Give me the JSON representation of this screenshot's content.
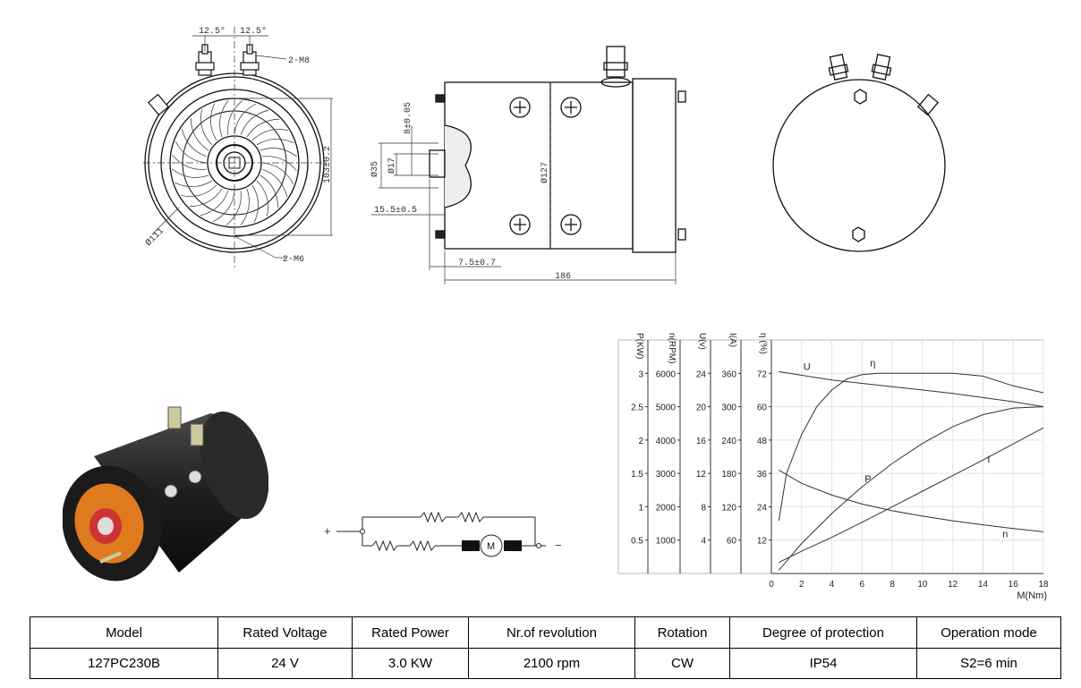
{
  "drawing": {
    "front_view": {
      "angle_left": "12.5°",
      "angle_right": "12.5°",
      "terminal_thread": "2-M8",
      "height_dim": "103±0.2",
      "diameter": "Ø111",
      "mount_thread": "2-M6"
    },
    "side_view": {
      "dim_8": "8±0.05",
      "dia_35": "Ø35",
      "dia_17": "Ø17",
      "dim_15_5": "15.5±0.5",
      "dia_127": "Ø127",
      "dim_7_5": "7.5±0.7",
      "length": "186"
    },
    "schematic": {
      "plus": "+",
      "minus": "−",
      "motor": "M"
    }
  },
  "chart_data": {
    "type": "line",
    "xlabel": "M(Nm)",
    "x_ticks": [
      "0",
      "2",
      "4",
      "6",
      "8",
      "10",
      "12",
      "14",
      "16",
      "18"
    ],
    "xlim": [
      0,
      18
    ],
    "axes": [
      {
        "label": "P(KW)",
        "ticks": [
          "3",
          "2.5",
          "2",
          "1.5",
          "1",
          "0.5"
        ],
        "range": [
          0,
          3.5
        ]
      },
      {
        "label": "n(RPM)",
        "ticks": [
          "6000",
          "5000",
          "4000",
          "3000",
          "2000",
          "1000"
        ],
        "range": [
          0,
          7000
        ]
      },
      {
        "label": "U(v)",
        "ticks": [
          "24",
          "20",
          "16",
          "12",
          "8",
          "4"
        ],
        "range": [
          0,
          28
        ]
      },
      {
        "label": "I(A)",
        "ticks": [
          "360",
          "300",
          "240",
          "180",
          "120",
          "60"
        ],
        "range": [
          0,
          420
        ]
      },
      {
        "label": "η (%)",
        "ticks": [
          "72",
          "60",
          "48",
          "36",
          "24",
          "12"
        ],
        "range": [
          0,
          84
        ]
      }
    ],
    "series": [
      {
        "name": "U",
        "axis": "U(v)",
        "x": [
          0.5,
          4,
          8,
          12,
          16,
          18
        ],
        "y": [
          24.2,
          23.2,
          22.4,
          21.6,
          20.6,
          20
        ]
      },
      {
        "name": "η",
        "axis": "η (%)",
        "x": [
          0.5,
          1,
          2,
          3,
          4,
          5,
          6,
          7,
          8,
          10,
          12,
          14,
          16,
          18
        ],
        "y": [
          19,
          36,
          50,
          60,
          66,
          70,
          71.5,
          72,
          72,
          72,
          72,
          71,
          67.5,
          65
        ]
      },
      {
        "name": "P",
        "axis": "P(KW)",
        "x": [
          0.5,
          2,
          4,
          6,
          8,
          10,
          12,
          14,
          16,
          18
        ],
        "y": [
          0.05,
          0.45,
          0.9,
          1.3,
          1.65,
          1.95,
          2.2,
          2.38,
          2.48,
          2.5
        ]
      },
      {
        "name": "I",
        "axis": "I(A)",
        "x": [
          0.5,
          2,
          4,
          6,
          8,
          10,
          12,
          14,
          16,
          18
        ],
        "y": [
          20,
          40,
          65,
          92,
          120,
          148,
          176,
          204,
          233,
          262
        ]
      },
      {
        "name": "n",
        "axis": "n(RPM)",
        "x": [
          0.5,
          2,
          4,
          6,
          8,
          10,
          12,
          14,
          16,
          18
        ],
        "y": [
          3100,
          2700,
          2350,
          2080,
          1880,
          1720,
          1580,
          1460,
          1350,
          1250
        ]
      }
    ]
  },
  "table": {
    "headers": [
      "Model",
      "Rated Voltage",
      "Rated Power",
      "Nr.of revolution",
      "Rotation",
      "Degree of protection",
      "Operation mode"
    ],
    "values": [
      "127PC230B",
      "24 V",
      "3.0 KW",
      "2100 rpm",
      "CW",
      "IP54",
      "S2=6 min"
    ]
  }
}
